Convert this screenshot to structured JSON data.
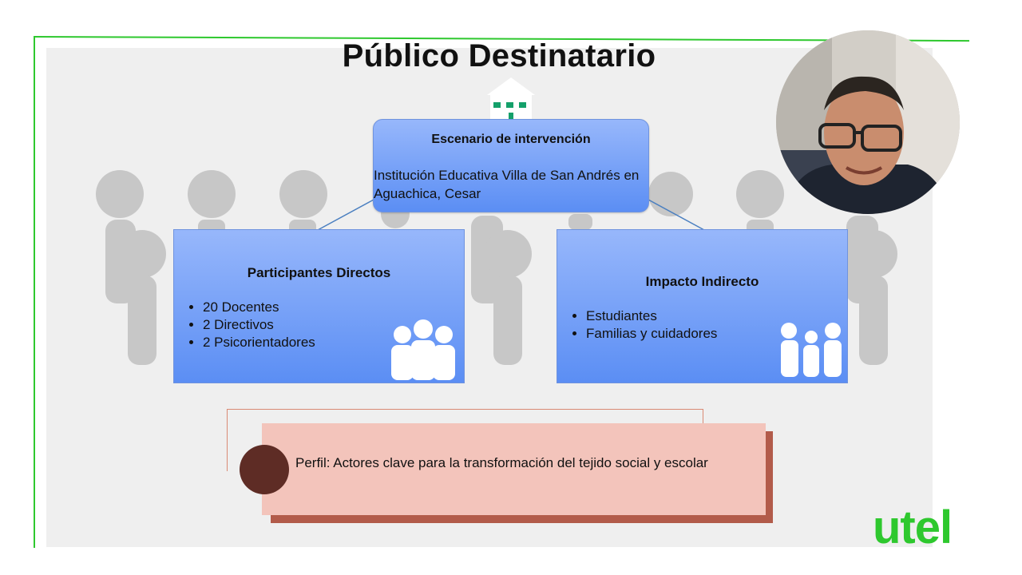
{
  "slide": {
    "title": "Público Destinatario",
    "scenario": {
      "heading": "Escenario de intervención",
      "text": "Institución Educativa Villa de San Andrés en Aguachica, Cesar"
    },
    "direct": {
      "heading": "Participantes Directos",
      "items": [
        "20 Docentes",
        "2 Directivos",
        "2 Psicorientadores"
      ]
    },
    "indirect": {
      "heading": "Impacto Indirecto",
      "items": [
        "Estudiantes",
        "Familias y cuidadores"
      ]
    },
    "profile": {
      "text": "Perfil: Actores clave para la transformación del tejido social y escolar"
    }
  },
  "brand": {
    "logo_text": "utel",
    "accent_color": "#2ec82e"
  },
  "icons": [
    "house-icon",
    "group-people-icon",
    "family-icon",
    "webcam-presenter"
  ]
}
